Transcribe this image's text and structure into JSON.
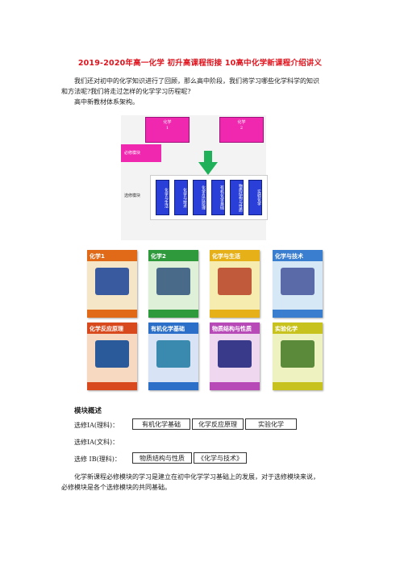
{
  "title": "2019-2020年高一化学 初升高课程衔接 10高中化学新课程介绍讲义",
  "intro_line1": "我们还对初中的化学知识进行了回顾，那么高中阶段，我们将学习哪些化学科学的知识",
  "intro_line2": "和方法呢?我们将走过怎样的化学学习历程呢?",
  "framework_label": "高中新教材体系架构。",
  "diagram": {
    "compulsory_1": "化学\n1",
    "compulsory_2": "化学\n2",
    "band_required": "必修模块",
    "band_elective": "选修模块",
    "modules": [
      "化学与生活",
      "化学与技术",
      "化学反应原理",
      "有机化学基础",
      "物质结构与性质",
      "实验化学"
    ],
    "arrow_color": "#1fb05a"
  },
  "books": [
    {
      "title": "化学1",
      "color": "#e06a18"
    },
    {
      "title": "化学2",
      "color": "#2f9a3c"
    },
    {
      "title": "化学与生活",
      "color": "#e6b118"
    },
    {
      "title": "化学与技术",
      "color": "#3a7ed0"
    },
    {
      "title": "化学反应原理",
      "color": "#d84a1e"
    },
    {
      "title": "有机化学基础",
      "color": "#2b6fc8"
    },
    {
      "title": "物质结构与性质",
      "color": "#b84ab8"
    },
    {
      "title": "实验化学",
      "color": "#c8c21e"
    }
  ],
  "module_heading": "模块概述",
  "elective_IA_sci": "选修ⅠA(理科)：",
  "elective_IA_arts": "选修ⅠA(文科)：",
  "elective_IB_sci": "选修 ⅠB(理科)：",
  "tags_IA": [
    "有机化学基础",
    "化学反应原理",
    "实验化学"
  ],
  "tags_IB": [
    "物质结构与性质",
    "《化学与技术》"
  ],
  "closing_line1": "化学新课程必修模块的学习是建立在初中化学学习基础上的发展，对于选修模块来说，",
  "closing_line2": "必修模块是各个选修模块的共同基础。"
}
